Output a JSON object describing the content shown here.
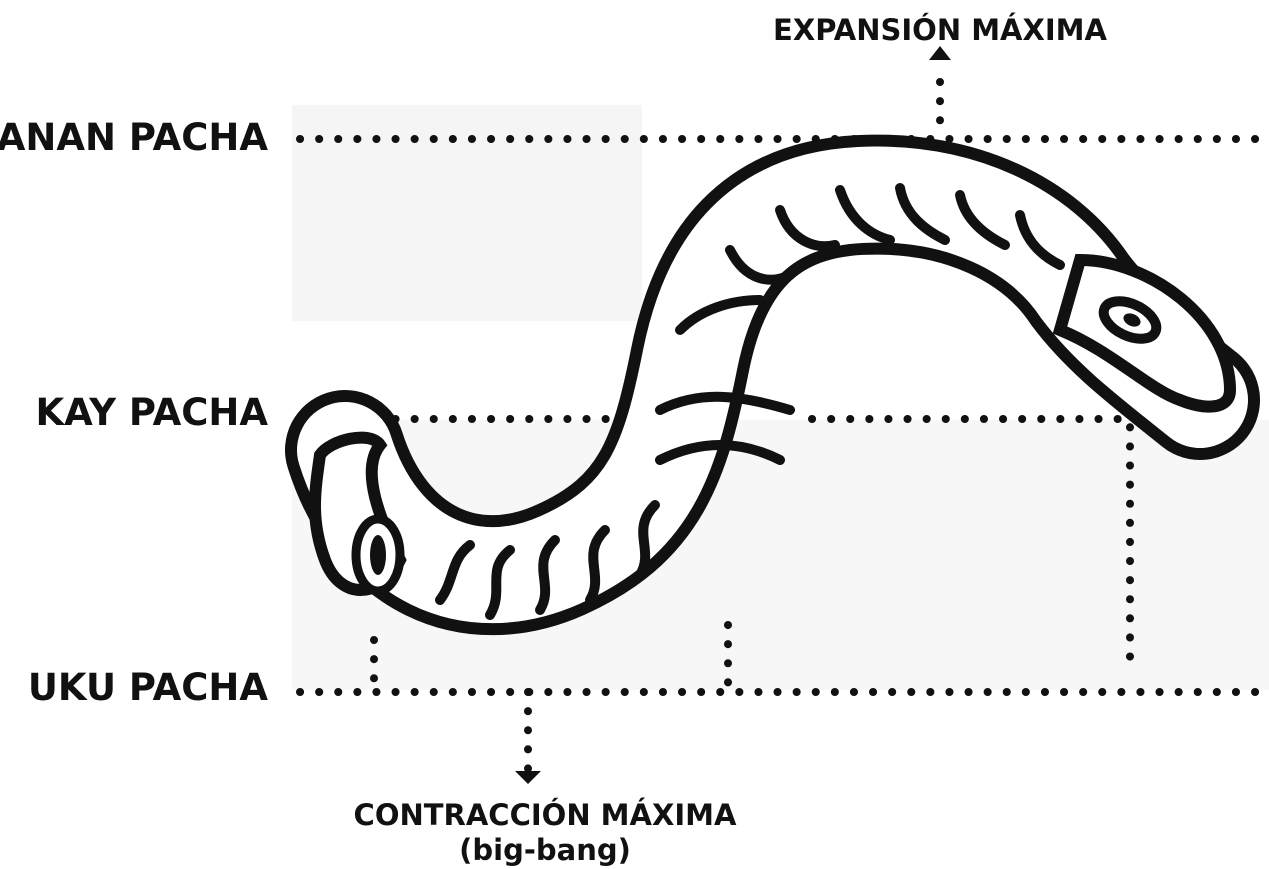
{
  "levels": [
    {
      "name": "HANAN PACHA"
    },
    {
      "name": "KAY PACHA"
    },
    {
      "name": "UKU PACHA"
    }
  ],
  "annotations": {
    "top": "EXPANSIÓN MÁXIMA",
    "bottom_line1": "CONTRACCIÓN MÁXIMA",
    "bottom_line2": "(big-bang)"
  },
  "colors": {
    "ink": "#111111",
    "background": "#ffffff",
    "panel": "#f5f5f5"
  }
}
